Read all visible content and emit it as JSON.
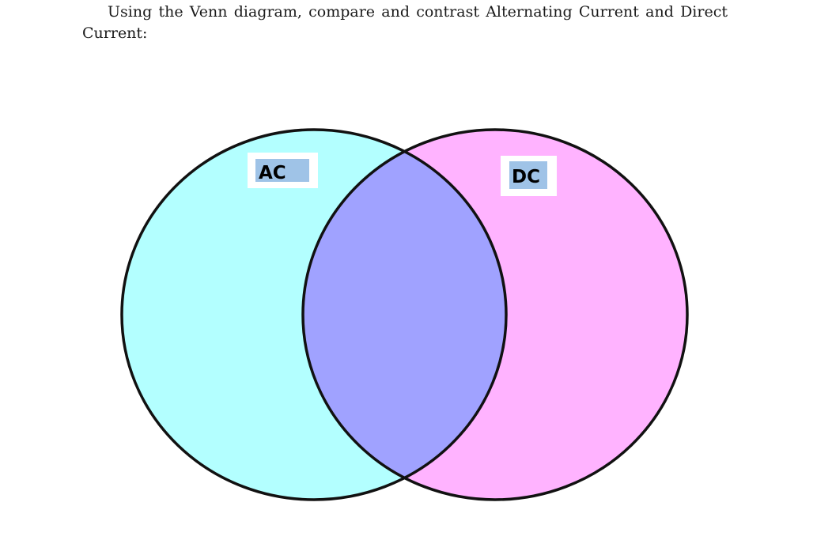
{
  "prompt": {
    "text": "Using the Venn diagram, compare and contrast Alternating Current and Direct Current:"
  },
  "venn": {
    "left_set": {
      "label": "AC",
      "fill_color": "#b3ffff"
    },
    "right_set": {
      "label": "DC",
      "fill_color": "#ffb3ff"
    },
    "overlap": {
      "fill_color": "#a0a2ff"
    },
    "label_highlight_color": "#9fc3e7",
    "outline_color": "#111111"
  }
}
